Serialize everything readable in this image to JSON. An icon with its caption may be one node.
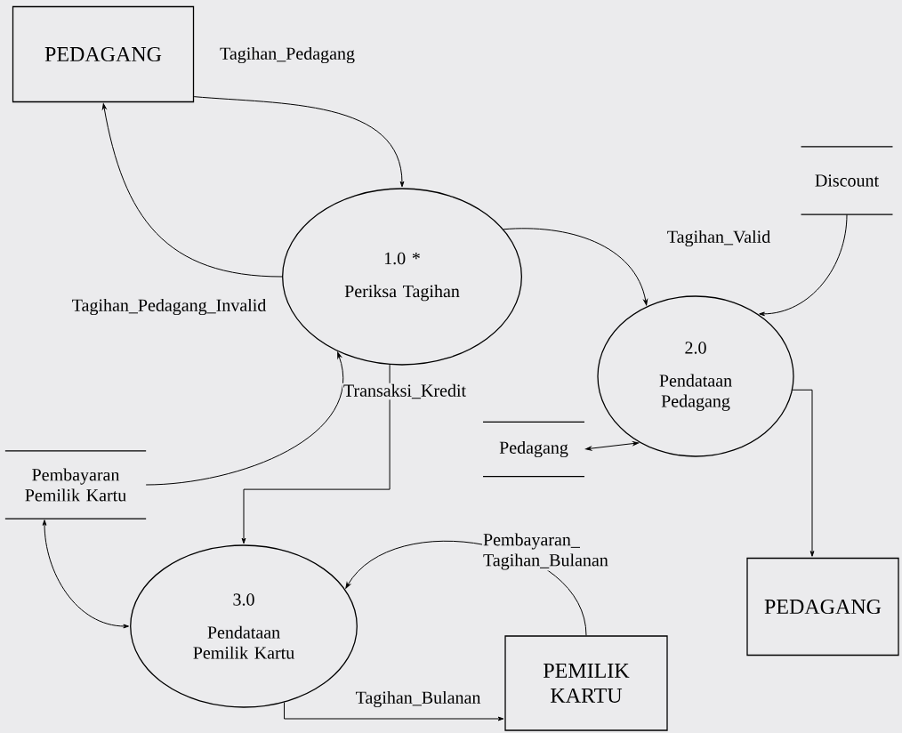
{
  "diagram": {
    "nodes": [
      {
        "text": [
          "PEDAGANG"
        ]
      },
      {
        "text": [
          "1.0 *",
          "Periksa Tagihan"
        ]
      },
      {
        "text": [
          "Discount"
        ]
      },
      {
        "text": [
          "2.0",
          "Pendataan Pedagang"
        ]
      },
      {
        "text": [
          "Pedagang"
        ]
      },
      {
        "text": [
          "Pembayaran Pemilik Kartu"
        ]
      },
      {
        "text": [
          "3.0",
          "Pendataan Pemilik Kartu"
        ]
      },
      {
        "text": [
          "PEDAGANG"
        ]
      },
      {
        "text": [
          "PEMILIK KARTU"
        ]
      }
    ],
    "edges": [
      {
        "from": 0,
        "to": 1,
        "arrow": "to",
        "label": "Tagihan_Pedagang"
      },
      {
        "from": 1,
        "to": 0,
        "arrow": "to",
        "label": "Tagihan_Pedagang_Invalid"
      },
      {
        "from": 1,
        "to": 3,
        "arrow": "to",
        "label": "Tagihan_Valid"
      },
      {
        "from": 2,
        "to": 3,
        "arrow": "to"
      },
      {
        "from": 4,
        "to": 3,
        "arrow": "both"
      },
      {
        "from": 5,
        "to": 1,
        "arrow": "to"
      },
      {
        "from": 1,
        "to": 6,
        "arrow": "to",
        "label": "Transaksi_Kredit"
      },
      {
        "from": 5,
        "to": 6,
        "arrow": "both"
      },
      {
        "from": 3,
        "to": 7,
        "arrow": "to"
      },
      {
        "from": 8,
        "to": 6,
        "arrow": "to",
        "label": "Pembayaran_ Tagihan_Bulanan"
      },
      {
        "from": 6,
        "to": 8,
        "arrow": "to",
        "label": "Tagihan_Bulanan"
      }
    ]
  }
}
